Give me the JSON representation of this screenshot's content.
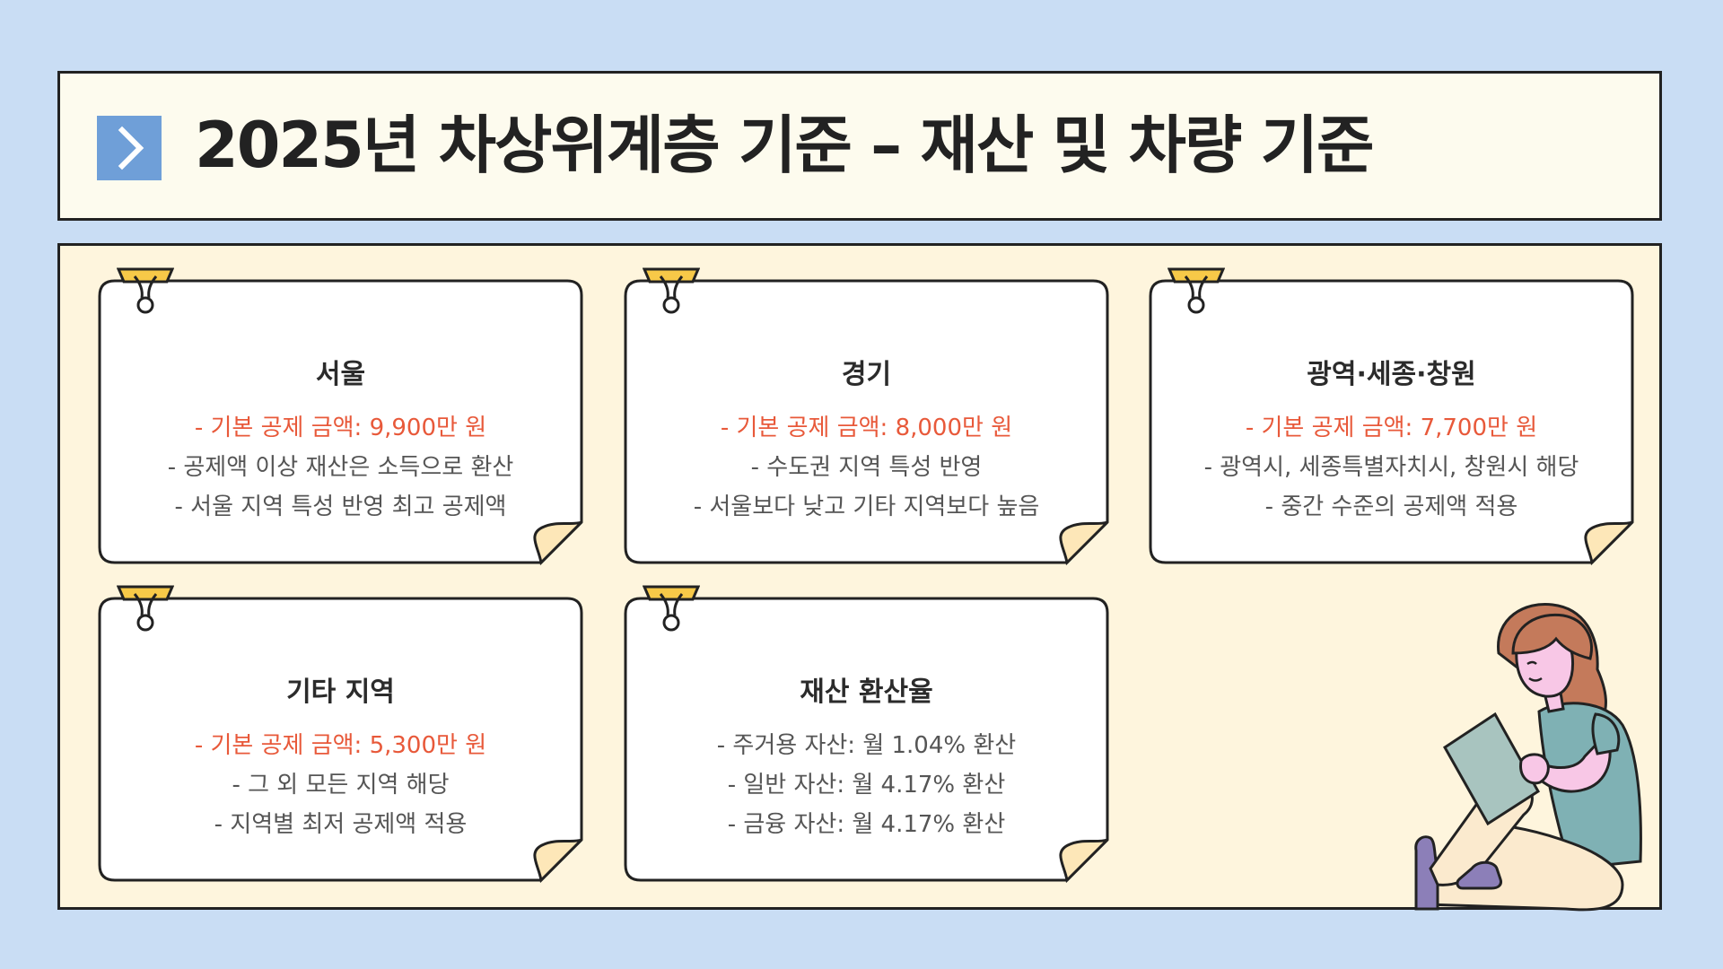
{
  "header": {
    "title": "2025년 차상위계층 기준 – 재산 및 차량 기준",
    "icon": "chevron-right-icon",
    "icon_color": "#6f9fd8"
  },
  "cards": [
    {
      "title": "서울",
      "highlight": "- 기본 공제 금액: 9,900만 원",
      "lines": [
        "- 공제액 이상 재산은 소득으로 환산",
        "- 서울 지역 특성 반영 최고 공제액"
      ]
    },
    {
      "title": "경기",
      "highlight": "- 기본 공제 금액: 8,000만 원",
      "lines": [
        "- 수도권 지역 특성 반영",
        "- 서울보다 낮고 기타 지역보다 높음"
      ]
    },
    {
      "title": "광역·세종·창원",
      "highlight": "- 기본 공제 금액: 7,700만 원",
      "lines": [
        "- 광역시, 세종특별자치시, 창원시 해당",
        "- 중간 수준의 공제액 적용"
      ]
    },
    {
      "title": "기타 지역",
      "highlight": "- 기본 공제 금액: 5,300만 원",
      "lines": [
        "- 그 외 모든 지역 해당",
        "- 지역별 최저 공제액 적용"
      ]
    },
    {
      "title": "재산 환산율",
      "lines": [
        "- 주거용 자산: 월 1.04% 환산",
        "- 일반 자산: 월 4.17% 환산",
        "- 금융 자산: 월 4.17% 환산"
      ]
    }
  ],
  "colors": {
    "background": "#c9ddf4",
    "board": "#fef5dd",
    "highlight": "#e8593a",
    "clip": "#f7c948"
  }
}
